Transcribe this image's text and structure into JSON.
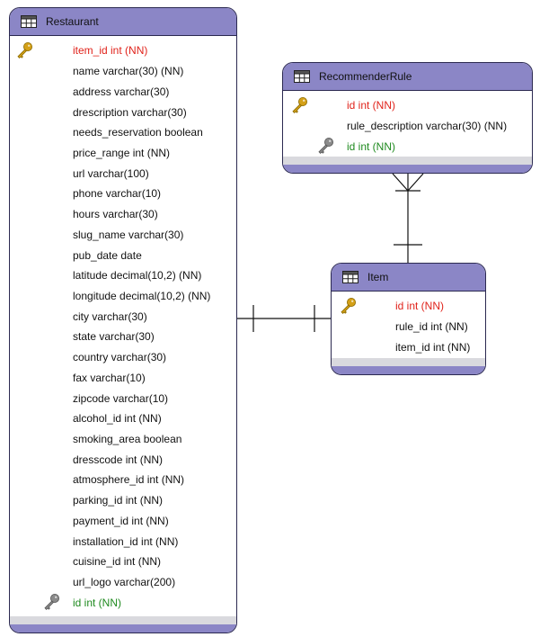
{
  "entities": {
    "restaurant": {
      "title": "Restaurant",
      "fields": [
        {
          "text": "item_id int (NN)",
          "kind": "pk"
        },
        {
          "text": "name varchar(30) (NN)",
          "kind": "normal"
        },
        {
          "text": "address varchar(30)",
          "kind": "normal"
        },
        {
          "text": "drescription varchar(30)",
          "kind": "normal"
        },
        {
          "text": "needs_reservation boolean",
          "kind": "normal"
        },
        {
          "text": "price_range int (NN)",
          "kind": "normal"
        },
        {
          "text": "url varchar(100)",
          "kind": "normal"
        },
        {
          "text": "phone varchar(10)",
          "kind": "normal"
        },
        {
          "text": "hours varchar(30)",
          "kind": "normal"
        },
        {
          "text": "slug_name varchar(30)",
          "kind": "normal"
        },
        {
          "text": "pub_date date",
          "kind": "normal"
        },
        {
          "text": "latitude decimal(10,2) (NN)",
          "kind": "normal"
        },
        {
          "text": "longitude decimal(10,2) (NN)",
          "kind": "normal"
        },
        {
          "text": "city varchar(30)",
          "kind": "normal"
        },
        {
          "text": "state varchar(30)",
          "kind": "normal"
        },
        {
          "text": "country varchar(30)",
          "kind": "normal"
        },
        {
          "text": "fax varchar(10)",
          "kind": "normal"
        },
        {
          "text": "zipcode varchar(10)",
          "kind": "normal"
        },
        {
          "text": "alcohol_id int (NN)",
          "kind": "normal"
        },
        {
          "text": "smoking_area boolean",
          "kind": "normal"
        },
        {
          "text": "dresscode int (NN)",
          "kind": "normal"
        },
        {
          "text": "atmosphere_id int (NN)",
          "kind": "normal"
        },
        {
          "text": "parking_id int (NN)",
          "kind": "normal"
        },
        {
          "text": "payment_id int (NN)",
          "kind": "normal"
        },
        {
          "text": "installation_id int (NN)",
          "kind": "normal"
        },
        {
          "text": "cuisine_id int (NN)",
          "kind": "normal"
        },
        {
          "text": "url_logo varchar(200)",
          "kind": "normal"
        },
        {
          "text": "id int (NN)",
          "kind": "fk"
        }
      ]
    },
    "recommender_rule": {
      "title": "RecommenderRule",
      "fields": [
        {
          "text": "id int (NN)",
          "kind": "pk"
        },
        {
          "text": "rule_description varchar(30) (NN)",
          "kind": "normal"
        },
        {
          "text": "id int (NN)",
          "kind": "fk"
        }
      ]
    },
    "item": {
      "title": "Item",
      "fields": [
        {
          "text": "id int (NN)",
          "kind": "pk"
        },
        {
          "text": "rule_id int (NN)",
          "kind": "normal"
        },
        {
          "text": "item_id int (NN)",
          "kind": "normal"
        }
      ]
    }
  },
  "relationships": [
    {
      "from": "recommender_rule",
      "to": "item",
      "from_cardinality": "many",
      "to_cardinality": "one"
    },
    {
      "from": "restaurant",
      "to": "item",
      "from_cardinality": "one",
      "to_cardinality": "one"
    }
  ],
  "colors": {
    "header": "#8b86c6",
    "border": "#2b2950",
    "primary_key_text": "#e0231b",
    "foreign_key_text": "#1f8a1f",
    "primary_key_icon": "#d4a017",
    "foreign_key_icon": "#8a8a8a"
  },
  "icons": {
    "table": "table-icon",
    "primary_key": "gold-key-icon",
    "foreign_key": "gray-key-icon"
  }
}
